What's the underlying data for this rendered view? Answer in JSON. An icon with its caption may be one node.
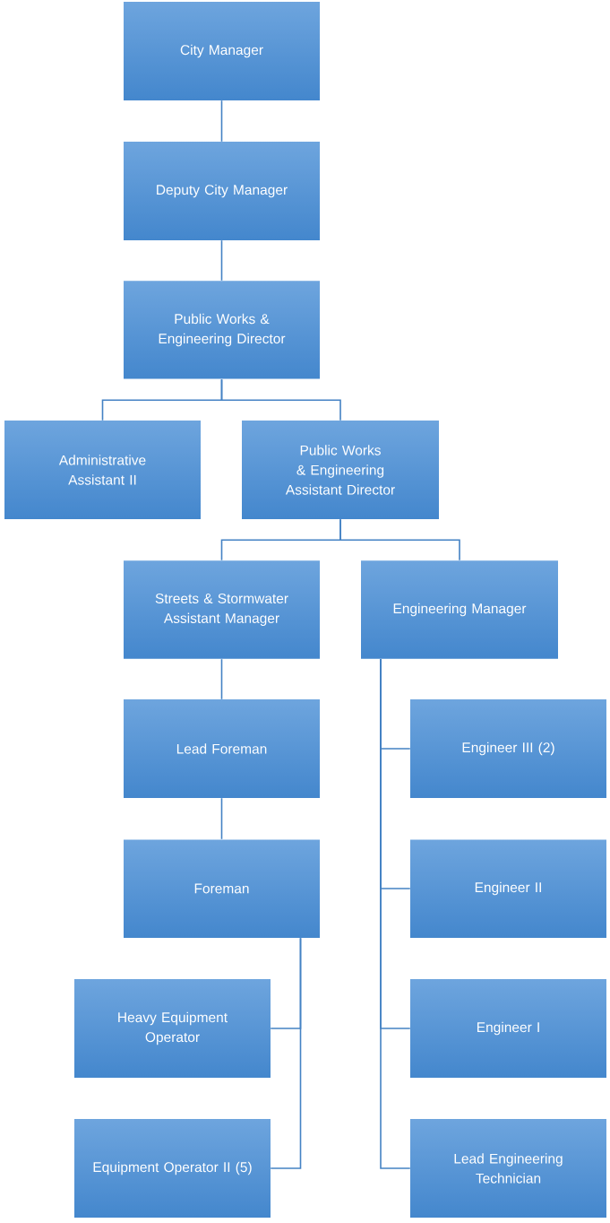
{
  "diagram": {
    "nodes": [
      {
        "text": [
          "City Manager"
        ]
      },
      {
        "text": [
          "Deputy City Manager"
        ]
      },
      {
        "text": [
          "Public Works & Engineering Director"
        ]
      },
      {
        "text": [
          "Administrative Assistant II"
        ]
      },
      {
        "text": [
          "Public Works & Engineering Assistant Director"
        ]
      },
      {
        "text": [
          "Streets & Stormwater Assistant Manager"
        ]
      },
      {
        "text": [
          "Engineering Manager"
        ]
      },
      {
        "text": [
          "Lead Foreman"
        ]
      },
      {
        "text": [
          "Foreman"
        ]
      },
      {
        "text": [
          "Heavy Equipment Operator"
        ]
      },
      {
        "text": [
          "Equipment Operator II (5)"
        ]
      },
      {
        "text": [
          "Engineer III (2)"
        ]
      },
      {
        "text": [
          "Engineer II"
        ]
      },
      {
        "text": [
          "Engineer I"
        ]
      },
      {
        "text": [
          "Lead Engineering Technician"
        ]
      }
    ],
    "edges": [
      {
        "from": 0,
        "to": 1,
        "arrow": "none"
      },
      {
        "from": 1,
        "to": 2,
        "arrow": "none"
      },
      {
        "from": 2,
        "to": 3,
        "arrow": "none"
      },
      {
        "from": 2,
        "to": 4,
        "arrow": "none"
      },
      {
        "from": 4,
        "to": 5,
        "arrow": "none"
      },
      {
        "from": 4,
        "to": 6,
        "arrow": "none"
      },
      {
        "from": 5,
        "to": 7,
        "arrow": "none"
      },
      {
        "from": 7,
        "to": 8,
        "arrow": "none"
      },
      {
        "from": 8,
        "to": 9,
        "arrow": "none"
      },
      {
        "from": 8,
        "to": 10,
        "arrow": "none"
      },
      {
        "from": 6,
        "to": 11,
        "arrow": "none"
      },
      {
        "from": 6,
        "to": 12,
        "arrow": "none"
      },
      {
        "from": 6,
        "to": 13,
        "arrow": "none"
      },
      {
        "from": 6,
        "to": 14,
        "arrow": "none"
      }
    ]
  }
}
